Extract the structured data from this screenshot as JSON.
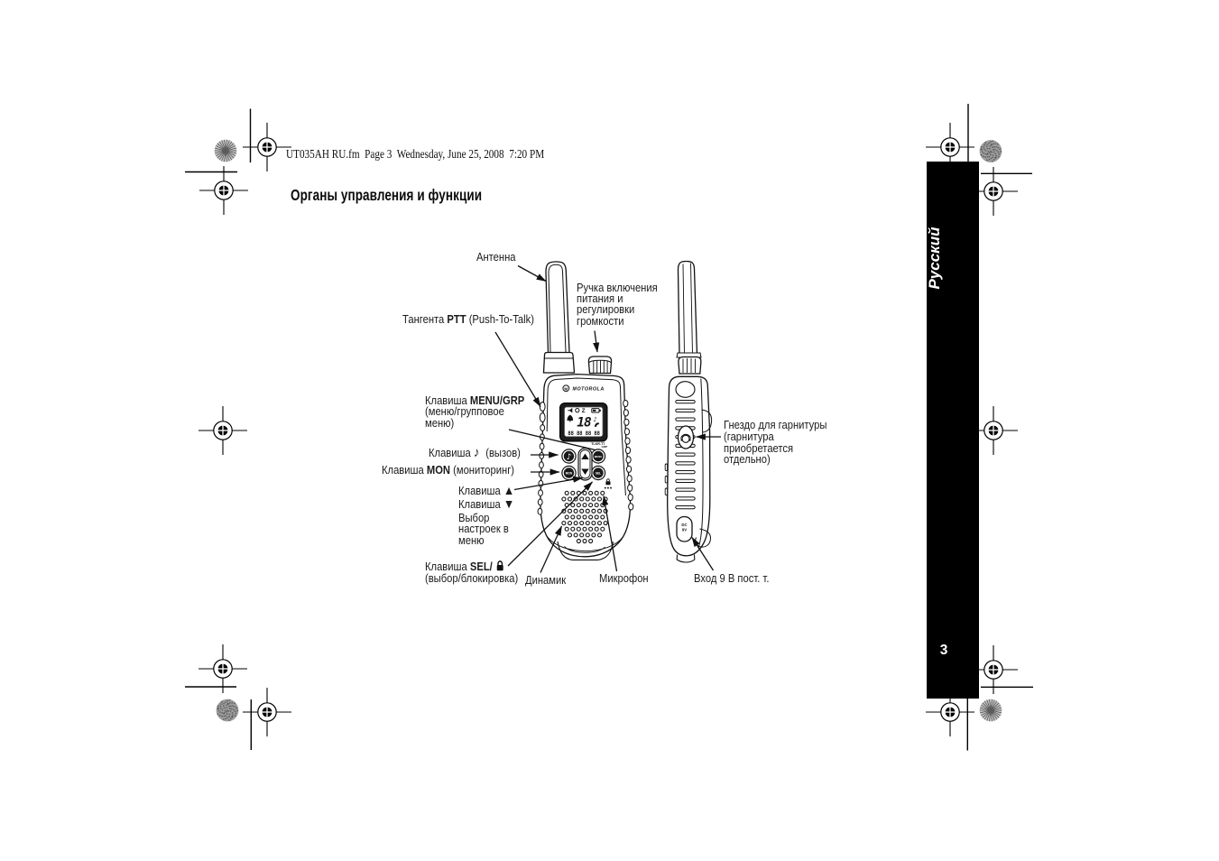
{
  "header": {
    "file_info": "UT035AH RU.fm  Page 3  Wednesday, June 25, 2008  7:20 PM"
  },
  "page": {
    "title": "Органы управления и функции",
    "sidebar_language": "Русский",
    "page_number": "3"
  },
  "labels": {
    "antenna": "Антенна",
    "power_knob_lines": [
      "Ручка включения",
      "питания и",
      "регулировки",
      "громкости"
    ],
    "ptt_prefix": "Тангента ",
    "ptt_bold": "PTT",
    "ptt_suffix": " (Push-To-Talk)",
    "menu_prefix": "Клавиша ",
    "menu_bold": "MENU/GRP",
    "menu_line2": "(меню/групповое",
    "menu_line3": "меню)",
    "call_prefix": "Клавиша ",
    "call_note": "♪",
    "call_suffix": " (вызов)",
    "mon_prefix": "Клавиша ",
    "mon_bold": "MON",
    "mon_suffix": " (мониторинг)",
    "up_prefix": "Клавиша ",
    "up_arrow": "▲",
    "down_prefix": "Клавиша ",
    "down_arrow": "▼",
    "down_desc_lines": [
      "Выбор",
      "настроек в",
      "меню"
    ],
    "sel_prefix": "Клавиша ",
    "sel_bold": "SEL/",
    "sel_line2": "(выбор/блокировка)",
    "speaker": "Динамик",
    "microphone": "Микрофон",
    "headset_lines": [
      "Гнездо для гарнитуры",
      "(гарнитура",
      "приобретается",
      "отдельно)"
    ],
    "dc_input": "Вход 9 В пост. т."
  },
  "device": {
    "brand": "MOTOROLA",
    "brand_m": "M",
    "model": "TLKR-T7",
    "display_channel": "18",
    "display_digits": "88 88 88 88",
    "display_z": "Z",
    "grp_label": "GRP",
    "menu_button": "MENU",
    "mon_button": "MON",
    "sel_button": "SEL",
    "dc_line1": "DC",
    "dc_line2": "9V"
  }
}
